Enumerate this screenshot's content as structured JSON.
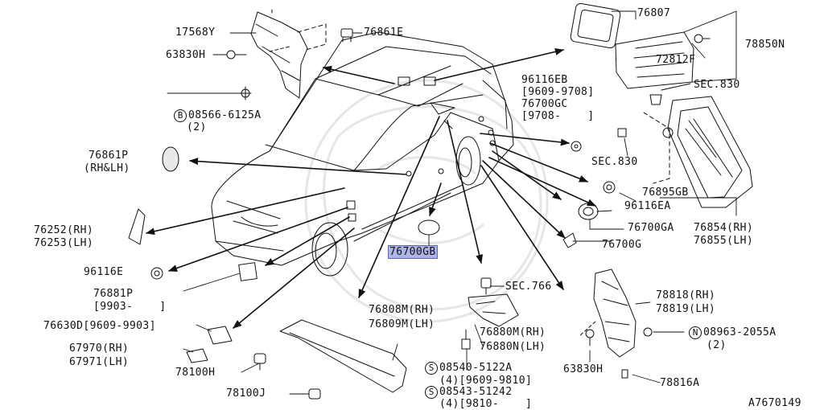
{
  "diagram": {
    "ref_code": "A7670149",
    "callouts": [
      {
        "id": "c17568Y",
        "text": "17568Y"
      },
      {
        "id": "c76861E",
        "text": "76861E"
      },
      {
        "id": "c63830H_top",
        "text": "63830H"
      },
      {
        "id": "c08566",
        "symbol": "B",
        "text": "08566-6125A"
      },
      {
        "id": "c08566_q",
        "text": "(2)"
      },
      {
        "id": "c76861P",
        "text": "76861P"
      },
      {
        "id": "c76861P_s",
        "text": "(RH&LH)"
      },
      {
        "id": "c76252",
        "text": "76252(RH)"
      },
      {
        "id": "c76253",
        "text": "76253(LH)"
      },
      {
        "id": "c96116E",
        "text": "96116E"
      },
      {
        "id": "c76881P",
        "text": "76881P"
      },
      {
        "id": "c76881P_d",
        "text": "[9903-    ]"
      },
      {
        "id": "c76630D",
        "text": "76630D[9609-9903]"
      },
      {
        "id": "c67970",
        "text": "67970(RH)"
      },
      {
        "id": "c67971",
        "text": "67971(LH)"
      },
      {
        "id": "c78100H",
        "text": "78100H"
      },
      {
        "id": "c78100J",
        "text": "78100J"
      },
      {
        "id": "c76700GB",
        "text": "76700GB",
        "highlight": true
      },
      {
        "id": "c76808M",
        "text": "76808M(RH)"
      },
      {
        "id": "c76809M",
        "text": "76809M(LH)"
      },
      {
        "id": "cSEC766",
        "text": "SEC.766"
      },
      {
        "id": "c76880M",
        "text": "76880M(RH)"
      },
      {
        "id": "c76880N",
        "text": "76880N(LH)"
      },
      {
        "id": "c08540",
        "symbol": "S",
        "text": "08540-5122A"
      },
      {
        "id": "c08540_q",
        "text": "(4)[9609-9810]"
      },
      {
        "id": "c08543",
        "symbol": "S",
        "text": "08543-51242"
      },
      {
        "id": "c08543_q",
        "text": "(4)[9810-    ]"
      },
      {
        "id": "c76807",
        "text": "76807"
      },
      {
        "id": "c78850N",
        "text": "78850N"
      },
      {
        "id": "c72812F",
        "text": "72812F"
      },
      {
        "id": "c96116EB",
        "text": "96116EB"
      },
      {
        "id": "c96116EB_d",
        "text": "[9609-9708]"
      },
      {
        "id": "c76700GC",
        "text": "76700GC"
      },
      {
        "id": "c76700GC_d",
        "text": "[9708-    ]"
      },
      {
        "id": "cSEC830a",
        "text": "SEC.830"
      },
      {
        "id": "cSEC830b",
        "text": "SEC.830"
      },
      {
        "id": "c76895GB",
        "text": "76895GB"
      },
      {
        "id": "c96116EA",
        "text": "96116EA"
      },
      {
        "id": "c76700GA",
        "text": "76700GA"
      },
      {
        "id": "c76854",
        "text": "76854(RH)"
      },
      {
        "id": "c76855",
        "text": "76855(LH)"
      },
      {
        "id": "c76700G",
        "text": "76700G"
      },
      {
        "id": "c78818",
        "text": "78818(RH)"
      },
      {
        "id": "c78819",
        "text": "78819(LH)"
      },
      {
        "id": "c08963",
        "symbol": "N",
        "text": "08963-2055A"
      },
      {
        "id": "c08963_q",
        "text": "(2)"
      },
      {
        "id": "c63830H_bot",
        "text": "63830H"
      },
      {
        "id": "c78816A",
        "text": "78816A"
      }
    ]
  }
}
